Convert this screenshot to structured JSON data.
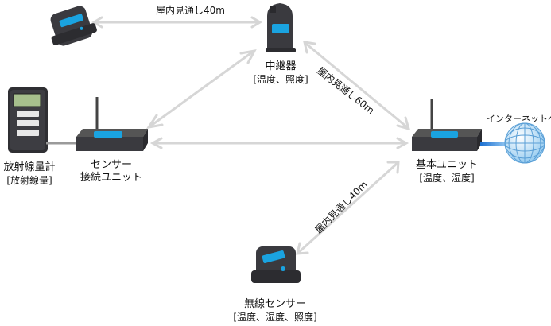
{
  "nodes": {
    "repeater": {
      "name": "中継器",
      "sensors": "[温度、照度]"
    },
    "sensor_unit": {
      "name_line1": "センサー",
      "name_line2": "接続ユニット"
    },
    "base_unit": {
      "name": "基本ユニット",
      "sensors": "[温度、湿度]"
    },
    "wireless_sensor": {
      "name": "無線センサー",
      "sensors": "[温度、湿度、照度]"
    },
    "radiation_meter": {
      "name": "放射線量計",
      "sub": "[放射線量]"
    },
    "internet": {
      "label": "インターネットへ"
    }
  },
  "links": {
    "top": "屋内見通し40m",
    "upper_right": "屋内見通し60m",
    "lower_right": "屋内見通し40m"
  },
  "colors": {
    "accent_blue": "#1aa3e0",
    "device_body": "#3b3b40",
    "arrow": "#d9d9d9",
    "cable": "#1b6fd1"
  }
}
